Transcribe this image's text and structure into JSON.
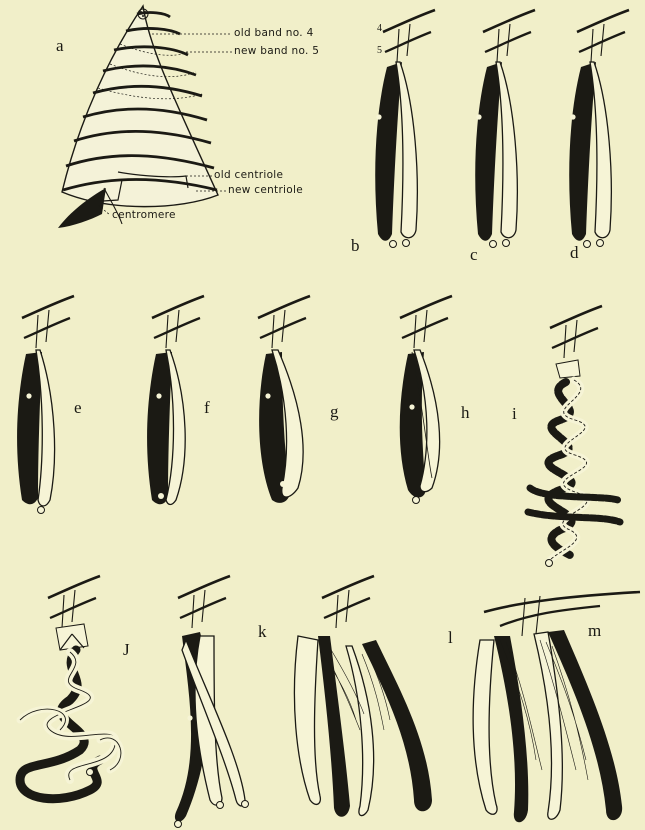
{
  "panel_labels": [
    "a",
    "b",
    "c",
    "d",
    "e",
    "f",
    "g",
    "h",
    "i",
    "J",
    "k",
    "l",
    "m"
  ],
  "callouts": {
    "old_band": "old band no. 4",
    "new_band": "new band no. 5",
    "old_centriole": "old centriole",
    "new_centriole": "new centriole",
    "centromere": "centromere"
  },
  "band_numbers": {
    "band_4": "4",
    "band_5": "5"
  },
  "colors": {
    "background": "#f1efc9",
    "ink": "#1b1a14",
    "pale_chromatid": "#f6f4d6"
  }
}
